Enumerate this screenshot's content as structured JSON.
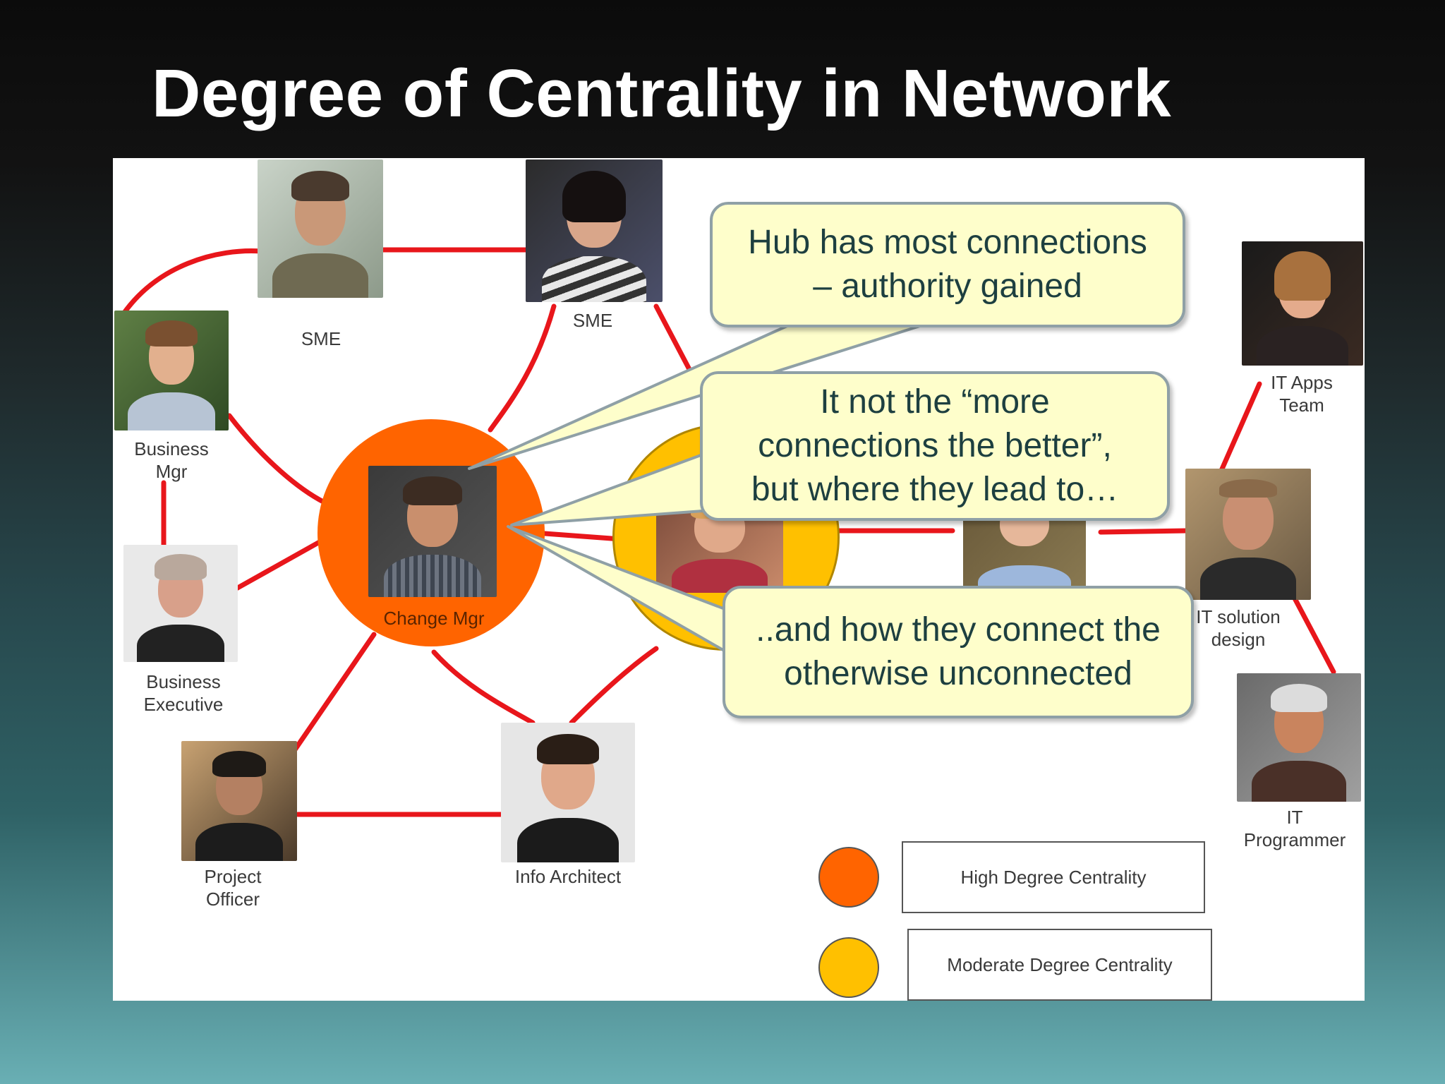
{
  "title": "Degree of Centrality in Network",
  "people": {
    "sme_left": "SME",
    "sme_top": "SME",
    "business_mgr": "Business\nMgr",
    "business_executive": "Business\nExecutive",
    "change_mgr": "Change Mgr",
    "project_officer": "Project\nOfficer",
    "info_architect": "Info Architect",
    "it_apps_team": "IT Apps\nTeam",
    "it_solution_design": "IT solution\ndesign",
    "it_programmer": "IT\nProgrammer"
  },
  "callouts": {
    "hub": "Hub has most connections\n– authority gained",
    "lead": "It not the “more\nconnections the better”,\nbut where they lead to…",
    "connect": "..and how they connect the\notherwise unconnected"
  },
  "legend": {
    "high": "High Degree Centrality",
    "moderate": "Moderate Degree Centrality",
    "high_color": "#ff6400",
    "moderate_color": "#ffc000"
  },
  "colors": {
    "edge": "#e8161b",
    "callout_fill": "#fefecb",
    "callout_border": "#8fa0a6"
  }
}
